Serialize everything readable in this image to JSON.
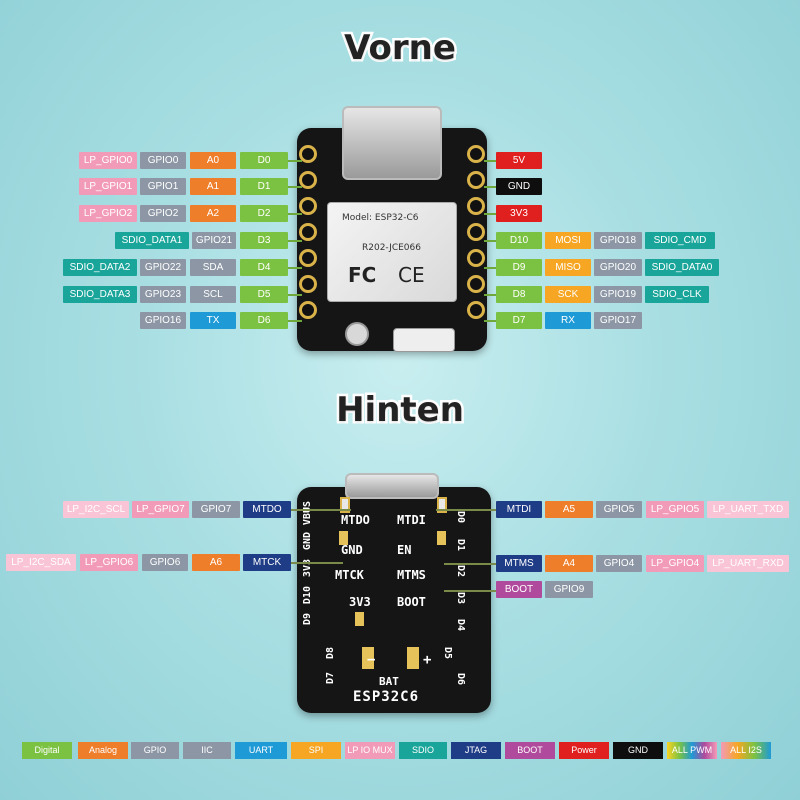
{
  "titles": {
    "front": "Vorne",
    "back": "Hinten"
  },
  "front_left": [
    [
      "LP_GPIO0",
      "GPIO0",
      "A0",
      "D0"
    ],
    [
      "LP_GPIO1",
      "GPIO1",
      "A1",
      "D1"
    ],
    [
      "LP_GPIO2",
      "GPIO2",
      "A2",
      "D2"
    ],
    [
      "SDIO_DATA1",
      "GPIO21",
      "D3"
    ],
    [
      "SDIO_DATA2",
      "GPIO22",
      "SDA",
      "D4"
    ],
    [
      "SDIO_DATA3",
      "GPIO23",
      "SCL",
      "D5"
    ],
    [
      "GPIO16",
      "TX",
      "D6"
    ]
  ],
  "front_right": [
    [
      "5V"
    ],
    [
      "GND"
    ],
    [
      "3V3"
    ],
    [
      "D10",
      "MOSI",
      "GPIO18",
      "SDIO_CMD"
    ],
    [
      "D9",
      "MISO",
      "GPIO20",
      "SDIO_DATA0"
    ],
    [
      "D8",
      "SCK",
      "GPIO19",
      "SDIO_CLK"
    ],
    [
      "D7",
      "RX",
      "GPIO17"
    ]
  ],
  "module": {
    "model": "Model: ESP32-C6",
    "cert": "R202-JCE066",
    "fc": "FC",
    "ce": "CE"
  },
  "back_left": [
    [
      "LP_I2C_SCL",
      "LP_GPIO7",
      "GPIO7",
      "MTDO"
    ],
    [
      "LP_I2C_SDA",
      "LP_GPIO6",
      "GPIO6",
      "A6",
      "MTCK"
    ]
  ],
  "back_right": [
    [
      "MTDI",
      "A5",
      "GPIO5",
      "LP_GPIO5",
      "LP_UART_TXD"
    ],
    [
      "MTMS",
      "A4",
      "GPIO4",
      "LP_GPIO4",
      "LP_UART_RXD"
    ],
    [
      "BOOT",
      "GPIO9"
    ]
  ],
  "silk": {
    "left": [
      "VBUS",
      "GND",
      "3V3",
      "D10",
      "D9",
      "D8",
      "D7"
    ],
    "right": [
      "D0",
      "D1",
      "D2",
      "D3",
      "D4",
      "D5",
      "D6"
    ],
    "mtdo": "MTDO",
    "mtdi": "MTDI",
    "gnd": "GND",
    "en": "EN",
    "mtck": "MTCK",
    "mtms": "MTMS",
    "v33": "3V3",
    "boot": "BOOT",
    "minus": "−",
    "plus": "+",
    "bat": "BAT",
    "name": "ESP32C6"
  },
  "legend": [
    "Digital",
    "Analog",
    "GPIO",
    "IIC",
    "UART",
    "SPI",
    "LP IO MUX",
    "SDIO",
    "JTAG",
    "BOOT",
    "Power",
    "GND",
    "ALL PWM",
    "ALL I2S"
  ]
}
